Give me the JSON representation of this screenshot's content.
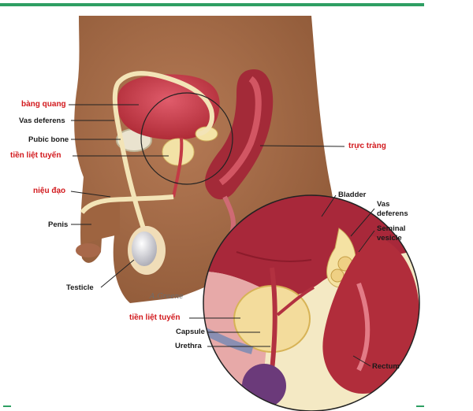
{
  "labels": {
    "bang_quang": "bàng quang",
    "vas_deferens": "Vas deferens",
    "pubic_bone": "Pubic bone",
    "tien_liet_tuyen_top": "tiền liệt tuyến",
    "nieu_dao": "niệu đạo",
    "penis": "Penis",
    "testicle": "Testicle",
    "truc_trang": "trực tràng",
    "bladder": "Bladder",
    "vas_deferens_inset": "Vas deferens",
    "seminal_vesicle": "Seminal vesicle",
    "tien_liet_tuyen_inset": "tiền liệt tuyến",
    "capsule": "Capsule",
    "urethra": "Urethra",
    "rectum": "Rectum"
  },
  "signature": "A.Greene",
  "colors": {
    "accent_rule": "#2e9f63",
    "vietnamese_label": "#d2191d",
    "english_label": "#1a1a1a"
  }
}
